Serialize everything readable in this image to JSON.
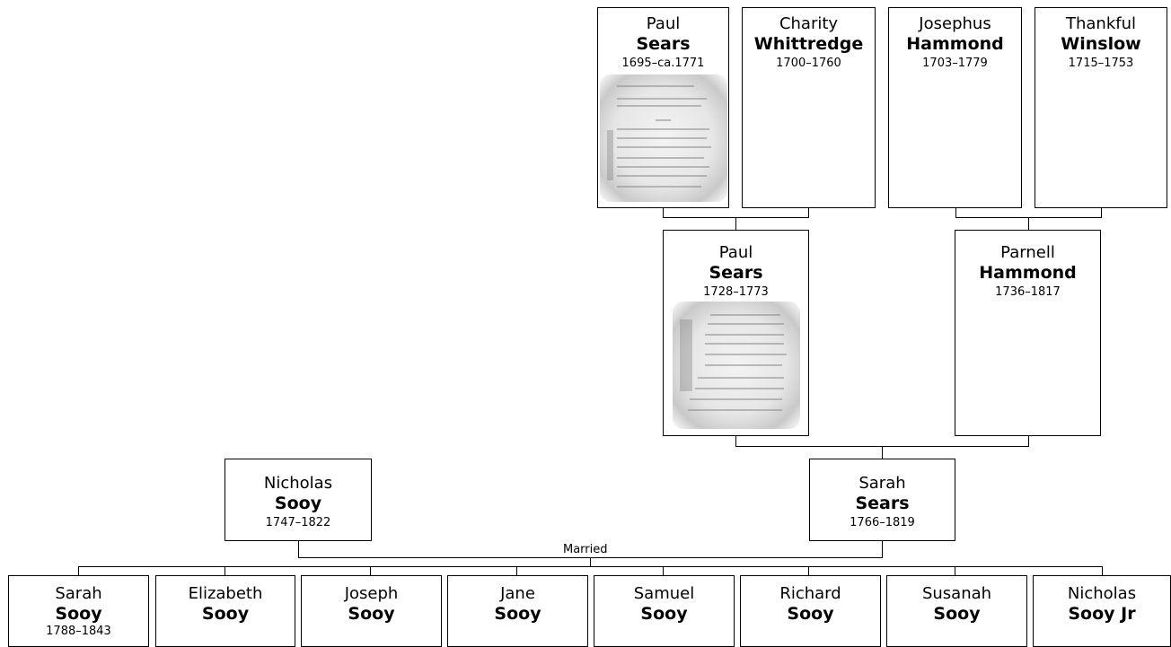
{
  "ancestors": {
    "paul_sr": {
      "given": "Paul",
      "surname": "Sears",
      "dates": "1695–ca.1771"
    },
    "charity": {
      "given": "Charity",
      "surname": "Whittredge",
      "dates": "1700–1760"
    },
    "josephus": {
      "given": "Josephus",
      "surname": "Hammond",
      "dates": "1703–1779"
    },
    "thankful": {
      "given": "Thankful",
      "surname": "Winslow",
      "dates": "1715–1753"
    },
    "paul_jr": {
      "given": "Paul",
      "surname": "Sears",
      "dates": "1728–1773"
    },
    "parnell": {
      "given": "Parnell",
      "surname": "Hammond",
      "dates": "1736–1817"
    }
  },
  "couple": {
    "husband": {
      "given": "Nicholas",
      "surname": "Sooy",
      "dates": "1747–1822"
    },
    "wife": {
      "given": "Sarah",
      "surname": "Sears",
      "dates": "1766–1819"
    },
    "relation_label": "Married"
  },
  "children": [
    {
      "given": "Sarah",
      "surname": "Sooy",
      "dates": "1788–1843"
    },
    {
      "given": "Elizabeth",
      "surname": "Sooy",
      "dates": ""
    },
    {
      "given": "Joseph",
      "surname": "Sooy",
      "dates": ""
    },
    {
      "given": "Jane",
      "surname": "Sooy",
      "dates": ""
    },
    {
      "given": "Samuel",
      "surname": "Sooy",
      "dates": ""
    },
    {
      "given": "Richard",
      "surname": "Sooy",
      "dates": ""
    },
    {
      "given": "Susanah",
      "surname": "Sooy",
      "dates": ""
    },
    {
      "given": "Nicholas",
      "surname": "Sooy Jr",
      "dates": ""
    }
  ]
}
